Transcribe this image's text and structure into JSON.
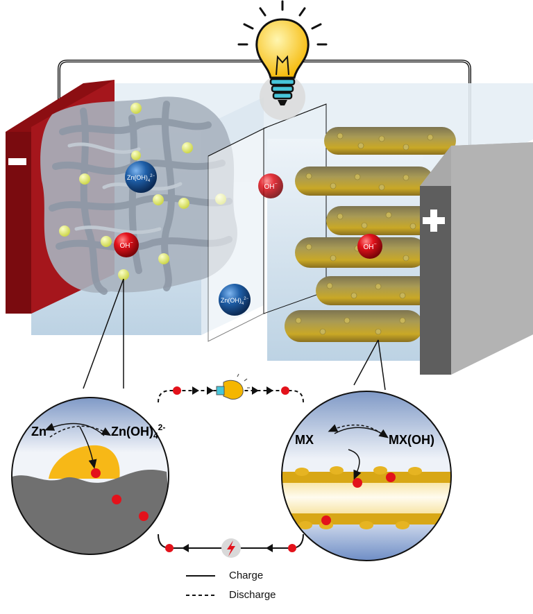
{
  "battery": {
    "negative_sign": "−",
    "positive_sign": "+",
    "ions": {
      "zincate": "Zn(OH)",
      "zincate_sub": "4",
      "zincate_sup": "2−",
      "hydroxide": "OH",
      "hydroxide_sup": "−"
    }
  },
  "anode_zoom": {
    "left_species": "Zn",
    "right_species": "Zn(OH)",
    "right_sub": "4",
    "right_sup": "2-"
  },
  "cathode_zoom": {
    "left_species": "MX",
    "right_species": "MX(OH)"
  },
  "legend": {
    "charge": "Charge",
    "discharge": "Discharge"
  },
  "colors": {
    "anode_red": "#8c0e12",
    "cathode_gray": "#6e6e6e",
    "electrolyte": "#c9dcea",
    "zn_network": "#9fabb8",
    "gold": "#d8a716",
    "electron_red": "#e3121b",
    "zincate_blue": "#1f5fa8"
  },
  "icons": [
    "lightbulb-icon",
    "lightning-icon"
  ]
}
